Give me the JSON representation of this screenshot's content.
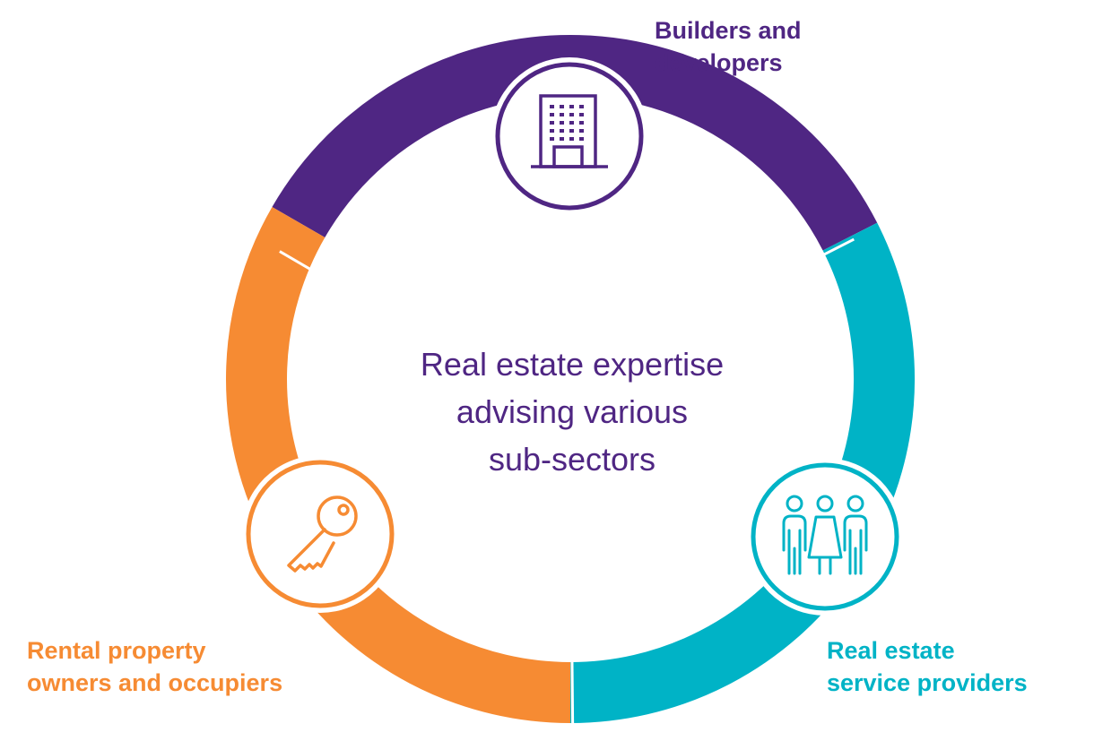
{
  "center": {
    "lines": [
      "Real estate expertise",
      "advising various",
      "sub-sectors"
    ]
  },
  "segments": {
    "builders": {
      "label_lines": [
        "Builders and",
        "developers"
      ],
      "color": "#4f2683",
      "icon": "building-icon"
    },
    "service": {
      "label_lines": [
        "Real estate",
        "service providers"
      ],
      "color": "#00b3c6",
      "icon": "people-group-icon"
    },
    "rental": {
      "label_lines": [
        "Rental property",
        "owners and occupiers"
      ],
      "color": "#f68b33",
      "icon": "key-icon"
    }
  }
}
